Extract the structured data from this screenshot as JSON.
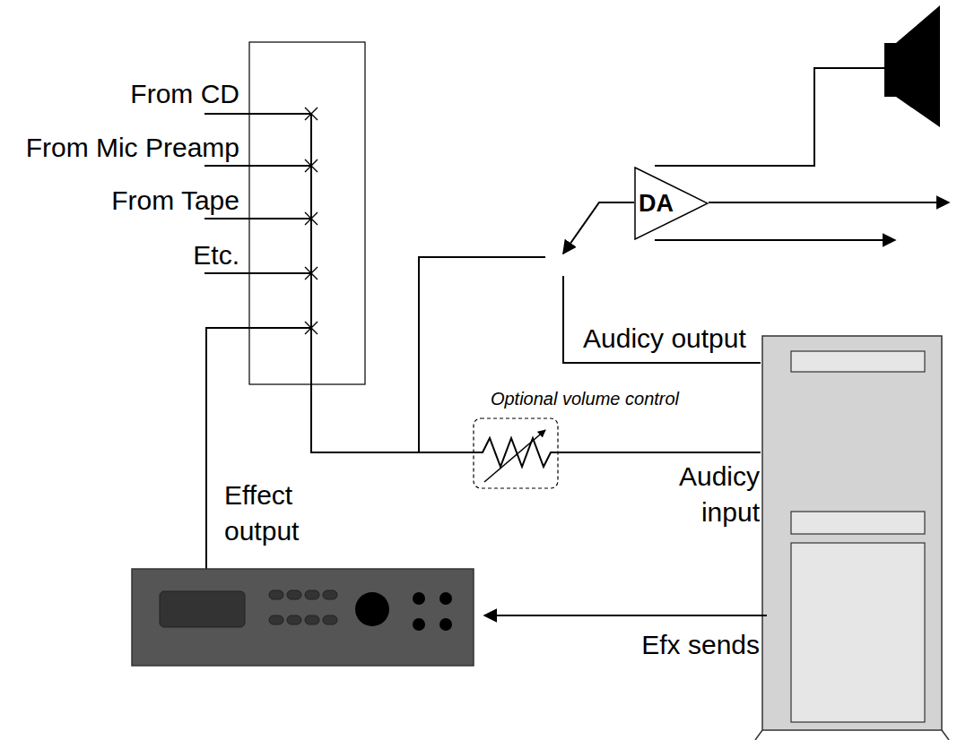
{
  "diagram": {
    "nodes": [
      {
        "text": [
          "DA"
        ]
      }
    ],
    "labels": [
      "From CD",
      "From Mic Preamp",
      "From Tape",
      "Etc.",
      "Audicy output",
      "Optional volume control",
      "Audicy input",
      "Effect output",
      "Efx sends"
    ]
  }
}
